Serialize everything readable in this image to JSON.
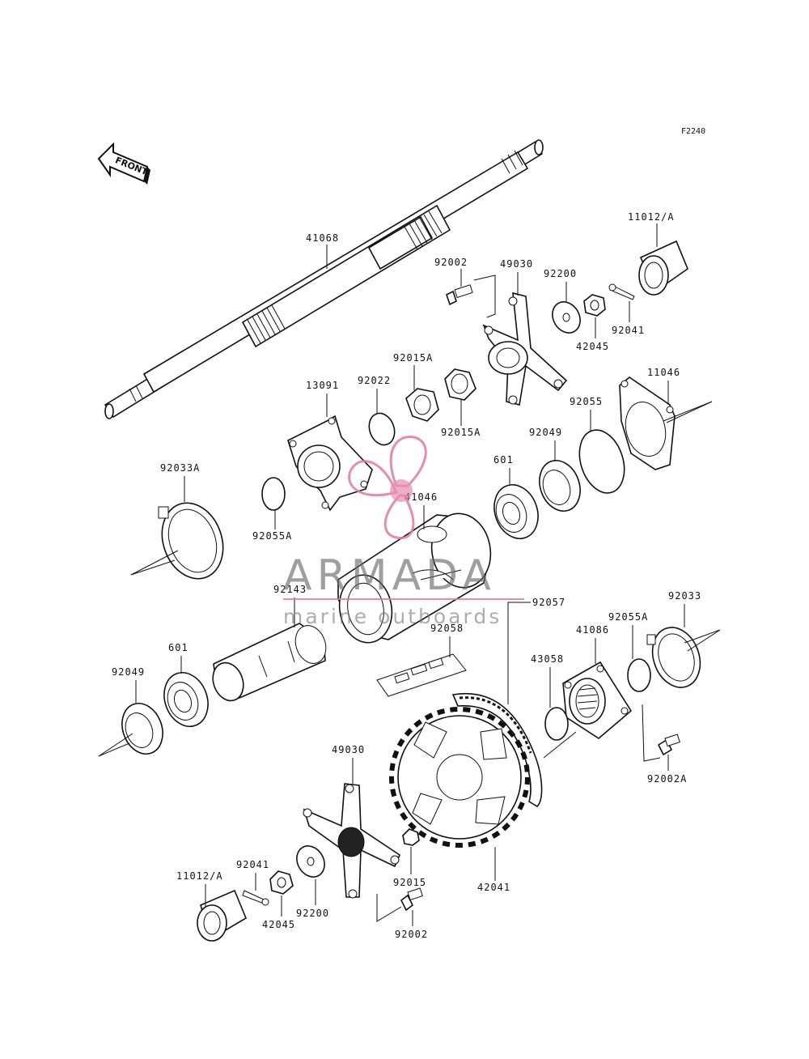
{
  "figure_code": "F2240",
  "front_label": "FRONT",
  "watermark": {
    "brand": "ARMADA",
    "tagline": "marine outboards",
    "color": "#e07aa0"
  },
  "callouts": {
    "c41068": "41068",
    "c11012A_top": "11012/A",
    "c92002_top": "92002",
    "c49030_top": "49030",
    "c92200_top": "92200",
    "c92041_top": "92041",
    "c42045_top": "42045",
    "c92015A_a": "92015A",
    "c92015A_b": "92015A",
    "c13091": "13091",
    "c92022": "92022",
    "c11046": "11046",
    "c92055": "92055",
    "c92049_top": "92049",
    "c601_top": "601",
    "c92033A": "92033A",
    "c92055A_left": "92055A",
    "c41046": "41046",
    "c92143": "92143",
    "c92057": "92057",
    "c92058": "92058",
    "c92033": "92033",
    "c92055A_right": "92055A",
    "c41086": "41086",
    "c43058": "43058",
    "c601_bottom": "601",
    "c92049_bottom": "92049",
    "c92002A": "92002A",
    "c49030_bottom": "49030",
    "c92041_bottom": "92041",
    "c11012A_bottom": "11012/A",
    "c92015": "92015",
    "c42041": "42041",
    "c42045_bottom": "42045",
    "c92200_bottom": "92200",
    "c92002_bottom": "92002"
  }
}
